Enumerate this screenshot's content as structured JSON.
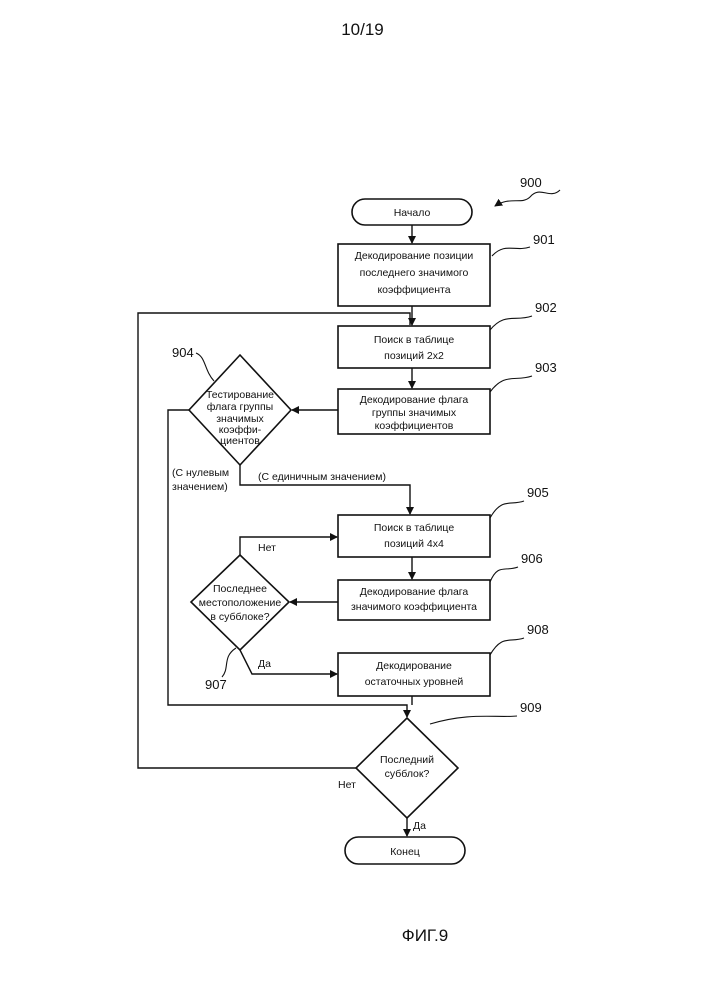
{
  "page_number": "10/19",
  "figure_caption": "ФИГ.9",
  "diagram": {
    "ref_main": "900",
    "start": "Начало",
    "end": "Конец",
    "steps": {
      "s901": {
        "ref": "901",
        "lines": [
          "Декодирование позиции",
          "последнего значимого",
          "коэффициента"
        ]
      },
      "s902": {
        "ref": "902",
        "lines": [
          "Поиск в таблице",
          "позиций 2x2"
        ]
      },
      "s903": {
        "ref": "903",
        "lines": [
          "Декодирование флага",
          "группы значимых",
          "коэффициентов"
        ]
      },
      "s904": {
        "ref": "904",
        "lines": [
          "Тестирование",
          "флага группы",
          "значимых",
          "коэффи-",
          "циентов"
        ]
      },
      "s905": {
        "ref": "905",
        "lines": [
          "Поиск в таблице",
          "позиций 4x4"
        ]
      },
      "s906": {
        "ref": "906",
        "lines": [
          "Декодирование флага",
          "значимого коэффициента"
        ]
      },
      "s907": {
        "ref": "907",
        "lines": [
          "Последнее",
          "местоположение",
          "в субблоке?"
        ]
      },
      "s908": {
        "ref": "908",
        "lines": [
          "Декодирование",
          "остаточных уровней"
        ]
      },
      "s909": {
        "ref": "909",
        "lines": [
          "Последний",
          "субблок?"
        ]
      }
    },
    "labels": {
      "zero_value": [
        "(С нулевым",
        "значением)"
      ],
      "one_value": "(С единичным значением)",
      "no_907": "Нет",
      "yes_907": "Да",
      "no_909": "Нет",
      "yes_909": "Да"
    }
  }
}
